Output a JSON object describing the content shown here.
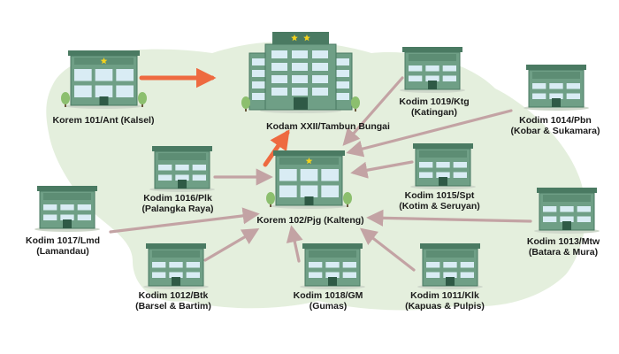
{
  "colors": {
    "background_blob": "#e4efdd",
    "arrow_main": "#ee6a40",
    "arrow_link": "#c3a3a4",
    "building_body": "#6f9f86",
    "building_dark": "#4a7a62",
    "window": "#d9ecf4",
    "star": "#f3d21e"
  },
  "nodes": {
    "kodam": {
      "name": "Kodam XXII/Tambun Bungai"
    },
    "korem101": {
      "name": "Korem 101/Ant (Kalsel)"
    },
    "korem102": {
      "name": "Korem 102/Pjg (Kalteng)"
    },
    "kodim1019": {
      "line1": "Kodim 1019/Ktg",
      "line2": "(Katingan)"
    },
    "kodim1014": {
      "line1": "Kodim 1014/Pbn",
      "line2": "(Kobar & Sukamara)"
    },
    "kodim1016": {
      "line1": "Kodim 1016/Plk",
      "line2": "(Palangka Raya)"
    },
    "kodim1015": {
      "line1": "Kodim 1015/Spt",
      "line2": "(Kotim & Seruyan)"
    },
    "kodim1017": {
      "line1": "Kodim 1017/Lmd",
      "line2": "(Lamandau)"
    },
    "kodim1013": {
      "line1": "Kodim 1013/Mtw",
      "line2": "(Batara & Mura)"
    },
    "kodim1012": {
      "line1": "Kodim 1012/Btk",
      "line2": "(Barsel & Bartim)"
    },
    "kodim1018": {
      "line1": "Kodim 1018/GM",
      "line2": "(Gumas)"
    },
    "kodim1011": {
      "line1": "Kodim 1011/Klk",
      "line2": "(Kapuas & Pulpis)"
    }
  },
  "edges": [
    {
      "from": "korem101",
      "to": "kodam",
      "style": "main"
    },
    {
      "from": "korem102",
      "to": "kodam",
      "style": "main"
    },
    {
      "from": "kodim1019",
      "to": "korem102",
      "style": "link"
    },
    {
      "from": "kodim1014",
      "to": "korem102",
      "style": "link"
    },
    {
      "from": "kodim1016",
      "to": "korem102",
      "style": "link"
    },
    {
      "from": "kodim1015",
      "to": "korem102",
      "style": "link"
    },
    {
      "from": "kodim1017",
      "to": "korem102",
      "style": "link"
    },
    {
      "from": "kodim1013",
      "to": "korem102",
      "style": "link"
    },
    {
      "from": "kodim1012",
      "to": "korem102",
      "style": "link"
    },
    {
      "from": "kodim1018",
      "to": "korem102",
      "style": "link"
    },
    {
      "from": "kodim1011",
      "to": "korem102",
      "style": "link"
    }
  ]
}
